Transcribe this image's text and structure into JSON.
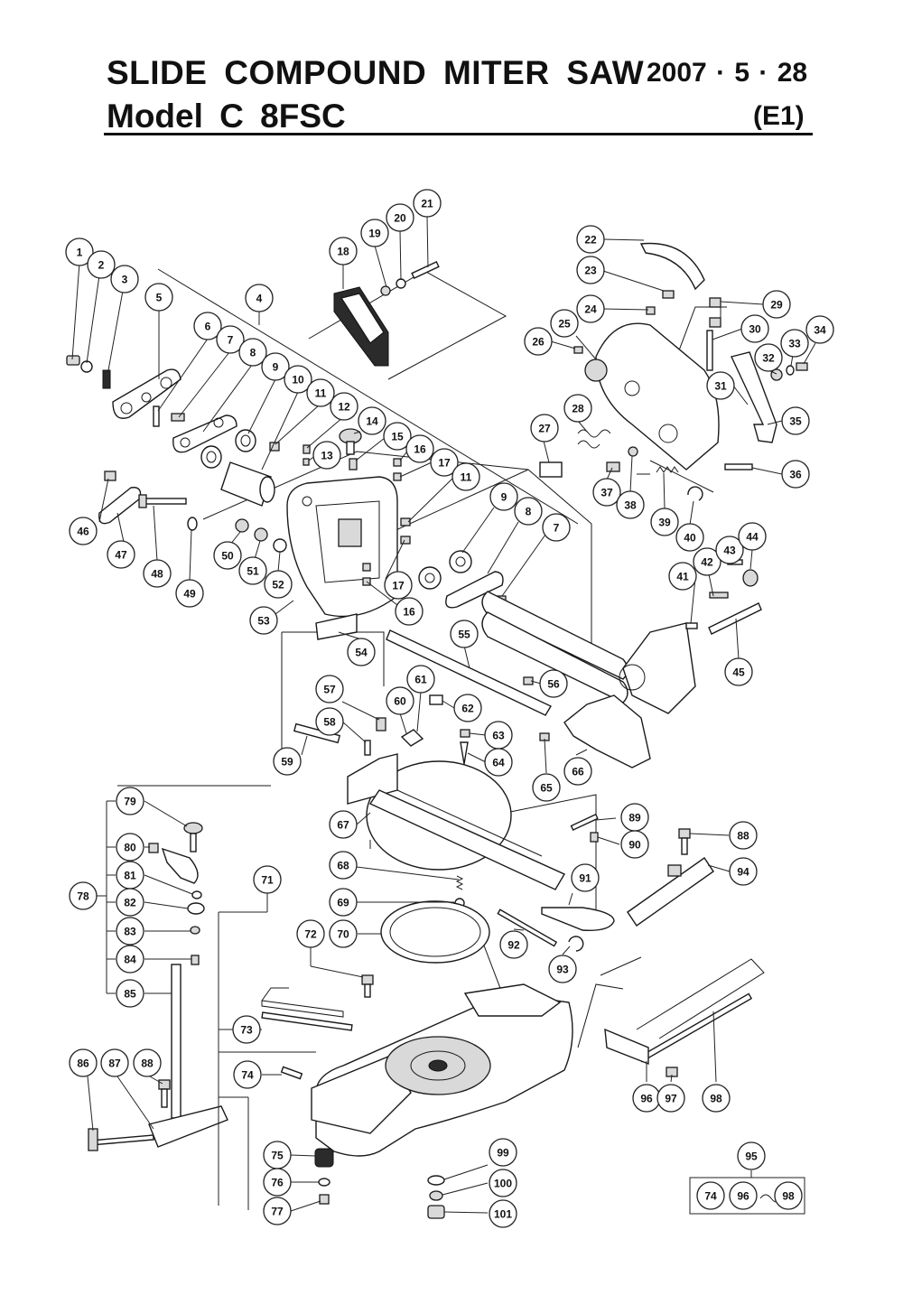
{
  "header": {
    "title_line1": "SLIDE  COMPOUND  MITER  SAW",
    "date": "2007 · 5 · 28",
    "title_line2": "Model  C  8FSC",
    "edition": "(E1)"
  },
  "callouts": [
    {
      "id": "c1",
      "label": "1"
    },
    {
      "id": "c2",
      "label": "2"
    },
    {
      "id": "c3",
      "label": "3"
    },
    {
      "id": "c4",
      "label": "4"
    },
    {
      "id": "c5",
      "label": "5"
    },
    {
      "id": "c6",
      "label": "6"
    },
    {
      "id": "c7",
      "label": "7"
    },
    {
      "id": "c8",
      "label": "8"
    },
    {
      "id": "c9",
      "label": "9"
    },
    {
      "id": "c10",
      "label": "10"
    },
    {
      "id": "c11",
      "label": "11"
    },
    {
      "id": "c12",
      "label": "12"
    },
    {
      "id": "c13",
      "label": "13"
    },
    {
      "id": "c14",
      "label": "14"
    },
    {
      "id": "c15",
      "label": "15"
    },
    {
      "id": "c16",
      "label": "16"
    },
    {
      "id": "c17",
      "label": "17"
    },
    {
      "id": "c11b",
      "label": "11"
    },
    {
      "id": "c18",
      "label": "18"
    },
    {
      "id": "c19",
      "label": "19"
    },
    {
      "id": "c20",
      "label": "20"
    },
    {
      "id": "c21",
      "label": "21"
    },
    {
      "id": "c22",
      "label": "22"
    },
    {
      "id": "c23",
      "label": "23"
    },
    {
      "id": "c24",
      "label": "24"
    },
    {
      "id": "c25",
      "label": "25"
    },
    {
      "id": "c26",
      "label": "26"
    },
    {
      "id": "c27",
      "label": "27"
    },
    {
      "id": "c28",
      "label": "28"
    },
    {
      "id": "c29",
      "label": "29"
    },
    {
      "id": "c30",
      "label": "30"
    },
    {
      "id": "c31",
      "label": "31"
    },
    {
      "id": "c32",
      "label": "32"
    },
    {
      "id": "c33",
      "label": "33"
    },
    {
      "id": "c34",
      "label": "34"
    },
    {
      "id": "c35",
      "label": "35"
    },
    {
      "id": "c36",
      "label": "36"
    },
    {
      "id": "c37",
      "label": "37"
    },
    {
      "id": "c38",
      "label": "38"
    },
    {
      "id": "c39",
      "label": "39"
    },
    {
      "id": "c40",
      "label": "40"
    },
    {
      "id": "c41",
      "label": "41"
    },
    {
      "id": "c42",
      "label": "42"
    },
    {
      "id": "c43",
      "label": "43"
    },
    {
      "id": "c44",
      "label": "44"
    },
    {
      "id": "c45",
      "label": "45"
    },
    {
      "id": "c46",
      "label": "46"
    },
    {
      "id": "c47",
      "label": "47"
    },
    {
      "id": "c48",
      "label": "48"
    },
    {
      "id": "c49",
      "label": "49"
    },
    {
      "id": "c50",
      "label": "50"
    },
    {
      "id": "c51",
      "label": "51"
    },
    {
      "id": "c52",
      "label": "52"
    },
    {
      "id": "c53",
      "label": "53"
    },
    {
      "id": "c54",
      "label": "54"
    },
    {
      "id": "c55",
      "label": "55"
    },
    {
      "id": "c56",
      "label": "56"
    },
    {
      "id": "c9b",
      "label": "9"
    },
    {
      "id": "c8b",
      "label": "8"
    },
    {
      "id": "c7b",
      "label": "7"
    },
    {
      "id": "c17b",
      "label": "17"
    },
    {
      "id": "c16b",
      "label": "16"
    },
    {
      "id": "c57",
      "label": "57"
    },
    {
      "id": "c58",
      "label": "58"
    },
    {
      "id": "c59",
      "label": "59"
    },
    {
      "id": "c60",
      "label": "60"
    },
    {
      "id": "c61",
      "label": "61"
    },
    {
      "id": "c62",
      "label": "62"
    },
    {
      "id": "c63",
      "label": "63"
    },
    {
      "id": "c64",
      "label": "64"
    },
    {
      "id": "c65",
      "label": "65"
    },
    {
      "id": "c66",
      "label": "66"
    },
    {
      "id": "c67",
      "label": "67"
    },
    {
      "id": "c68",
      "label": "68"
    },
    {
      "id": "c69",
      "label": "69"
    },
    {
      "id": "c70",
      "label": "70"
    },
    {
      "id": "c71",
      "label": "71"
    },
    {
      "id": "c72",
      "label": "72"
    },
    {
      "id": "c73",
      "label": "73"
    },
    {
      "id": "c74",
      "label": "74"
    },
    {
      "id": "c75",
      "label": "75"
    },
    {
      "id": "c76",
      "label": "76"
    },
    {
      "id": "c77",
      "label": "77"
    },
    {
      "id": "c78",
      "label": "78"
    },
    {
      "id": "c79",
      "label": "79"
    },
    {
      "id": "c80",
      "label": "80"
    },
    {
      "id": "c81",
      "label": "81"
    },
    {
      "id": "c82",
      "label": "82"
    },
    {
      "id": "c83",
      "label": "83"
    },
    {
      "id": "c84",
      "label": "84"
    },
    {
      "id": "c85",
      "label": "85"
    },
    {
      "id": "c86",
      "label": "86"
    },
    {
      "id": "c87",
      "label": "87"
    },
    {
      "id": "c88",
      "label": "88"
    },
    {
      "id": "c88b",
      "label": "88"
    },
    {
      "id": "c89",
      "label": "89"
    },
    {
      "id": "c90",
      "label": "90"
    },
    {
      "id": "c91",
      "label": "91"
    },
    {
      "id": "c92",
      "label": "92"
    },
    {
      "id": "c93",
      "label": "93"
    },
    {
      "id": "c94",
      "label": "94"
    },
    {
      "id": "c95",
      "label": "95"
    },
    {
      "id": "c96",
      "label": "96"
    },
    {
      "id": "c97",
      "label": "97"
    },
    {
      "id": "c98",
      "label": "98"
    },
    {
      "id": "c99",
      "label": "99"
    },
    {
      "id": "c100",
      "label": "100"
    },
    {
      "id": "c101",
      "label": "101"
    },
    {
      "id": "k74",
      "label": "74"
    },
    {
      "id": "k96",
      "label": "96"
    },
    {
      "id": "k98",
      "label": "98"
    }
  ]
}
